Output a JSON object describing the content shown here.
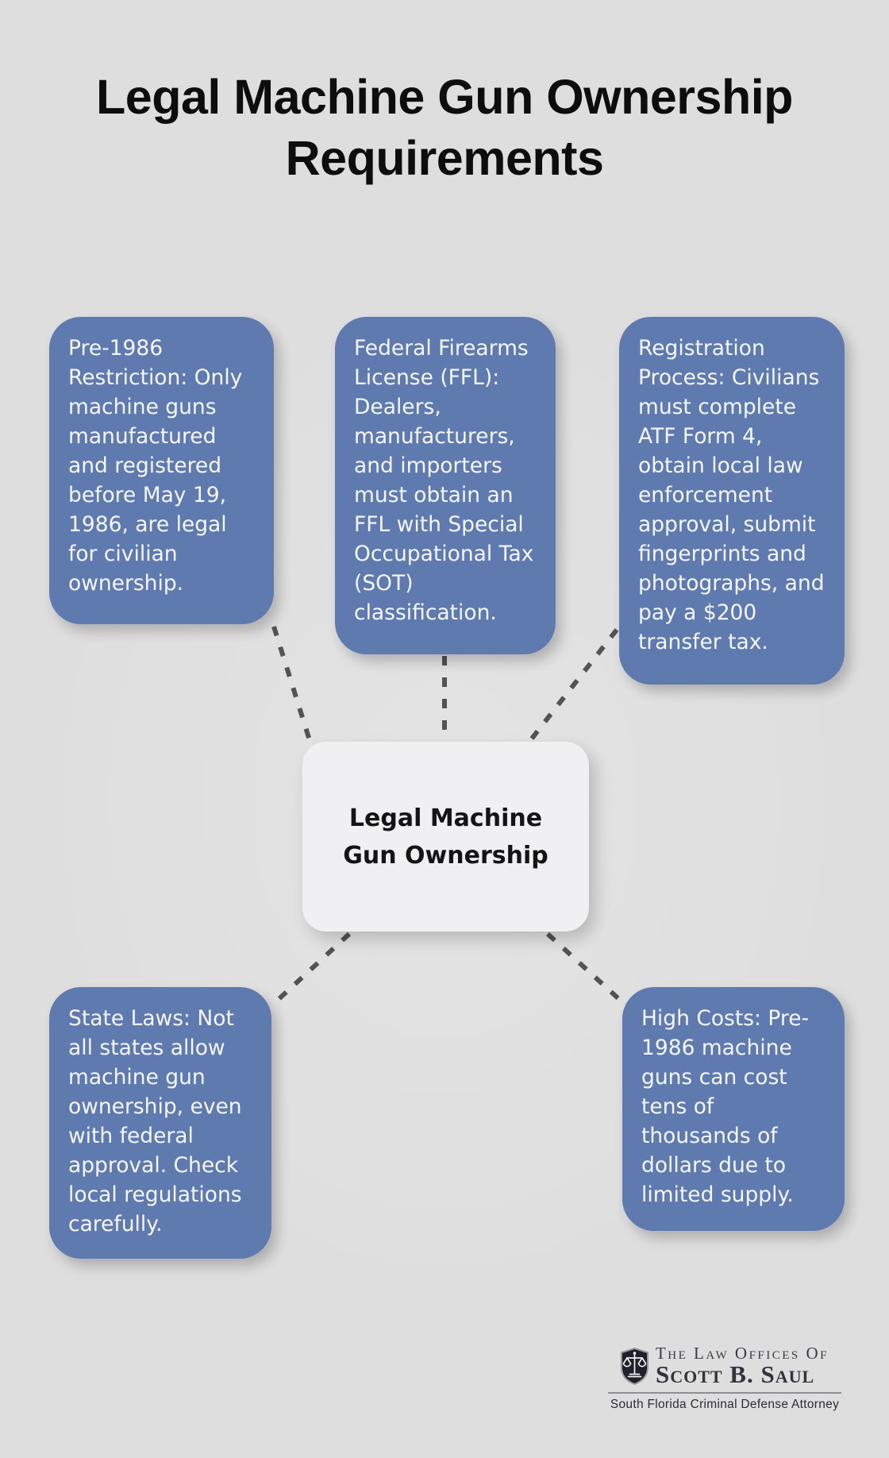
{
  "title": "Legal Machine Gun Ownership Requirements",
  "center": {
    "label": "Legal Machine Gun Ownership"
  },
  "nodes": [
    {
      "id": "pre-1986-restriction",
      "text": "Pre-1986 Restriction: Only machine guns manufactured and registered before May 19, 1986, are legal for civilian ownership."
    },
    {
      "id": "federal-firearms-license",
      "text": "Federal Firearms License (FFL): Dealers, manufacturers, and importers must obtain an FFL with Special Occupational Tax (SOT) classification."
    },
    {
      "id": "registration-process",
      "text": "Registration Process: Civilians must complete ATF Form 4, obtain local law enforcement approval, submit fingerprints and photographs, and pay a $200 transfer tax."
    },
    {
      "id": "state-laws",
      "text": "State Laws: Not all states allow machine gun ownership, even with federal approval. Check local regulations carefully."
    },
    {
      "id": "high-costs",
      "text": "High Costs: Pre-1986 machine guns can cost tens of thousands of dollars due to limited supply."
    }
  ],
  "logo": {
    "line1": "The Law Offices Of",
    "line2": "Scott B. Saul",
    "tagline": "South Florida Criminal Defense Attorney",
    "icon": "scales-of-justice-shield-icon"
  },
  "colors": {
    "background": "#dedede",
    "node_fill": "#5f7aae",
    "node_text": "#f4f6fa",
    "center_fill": "#f0f0f2",
    "center_text": "#141414",
    "connector": "#535353",
    "title_text": "#0d0d0d"
  }
}
